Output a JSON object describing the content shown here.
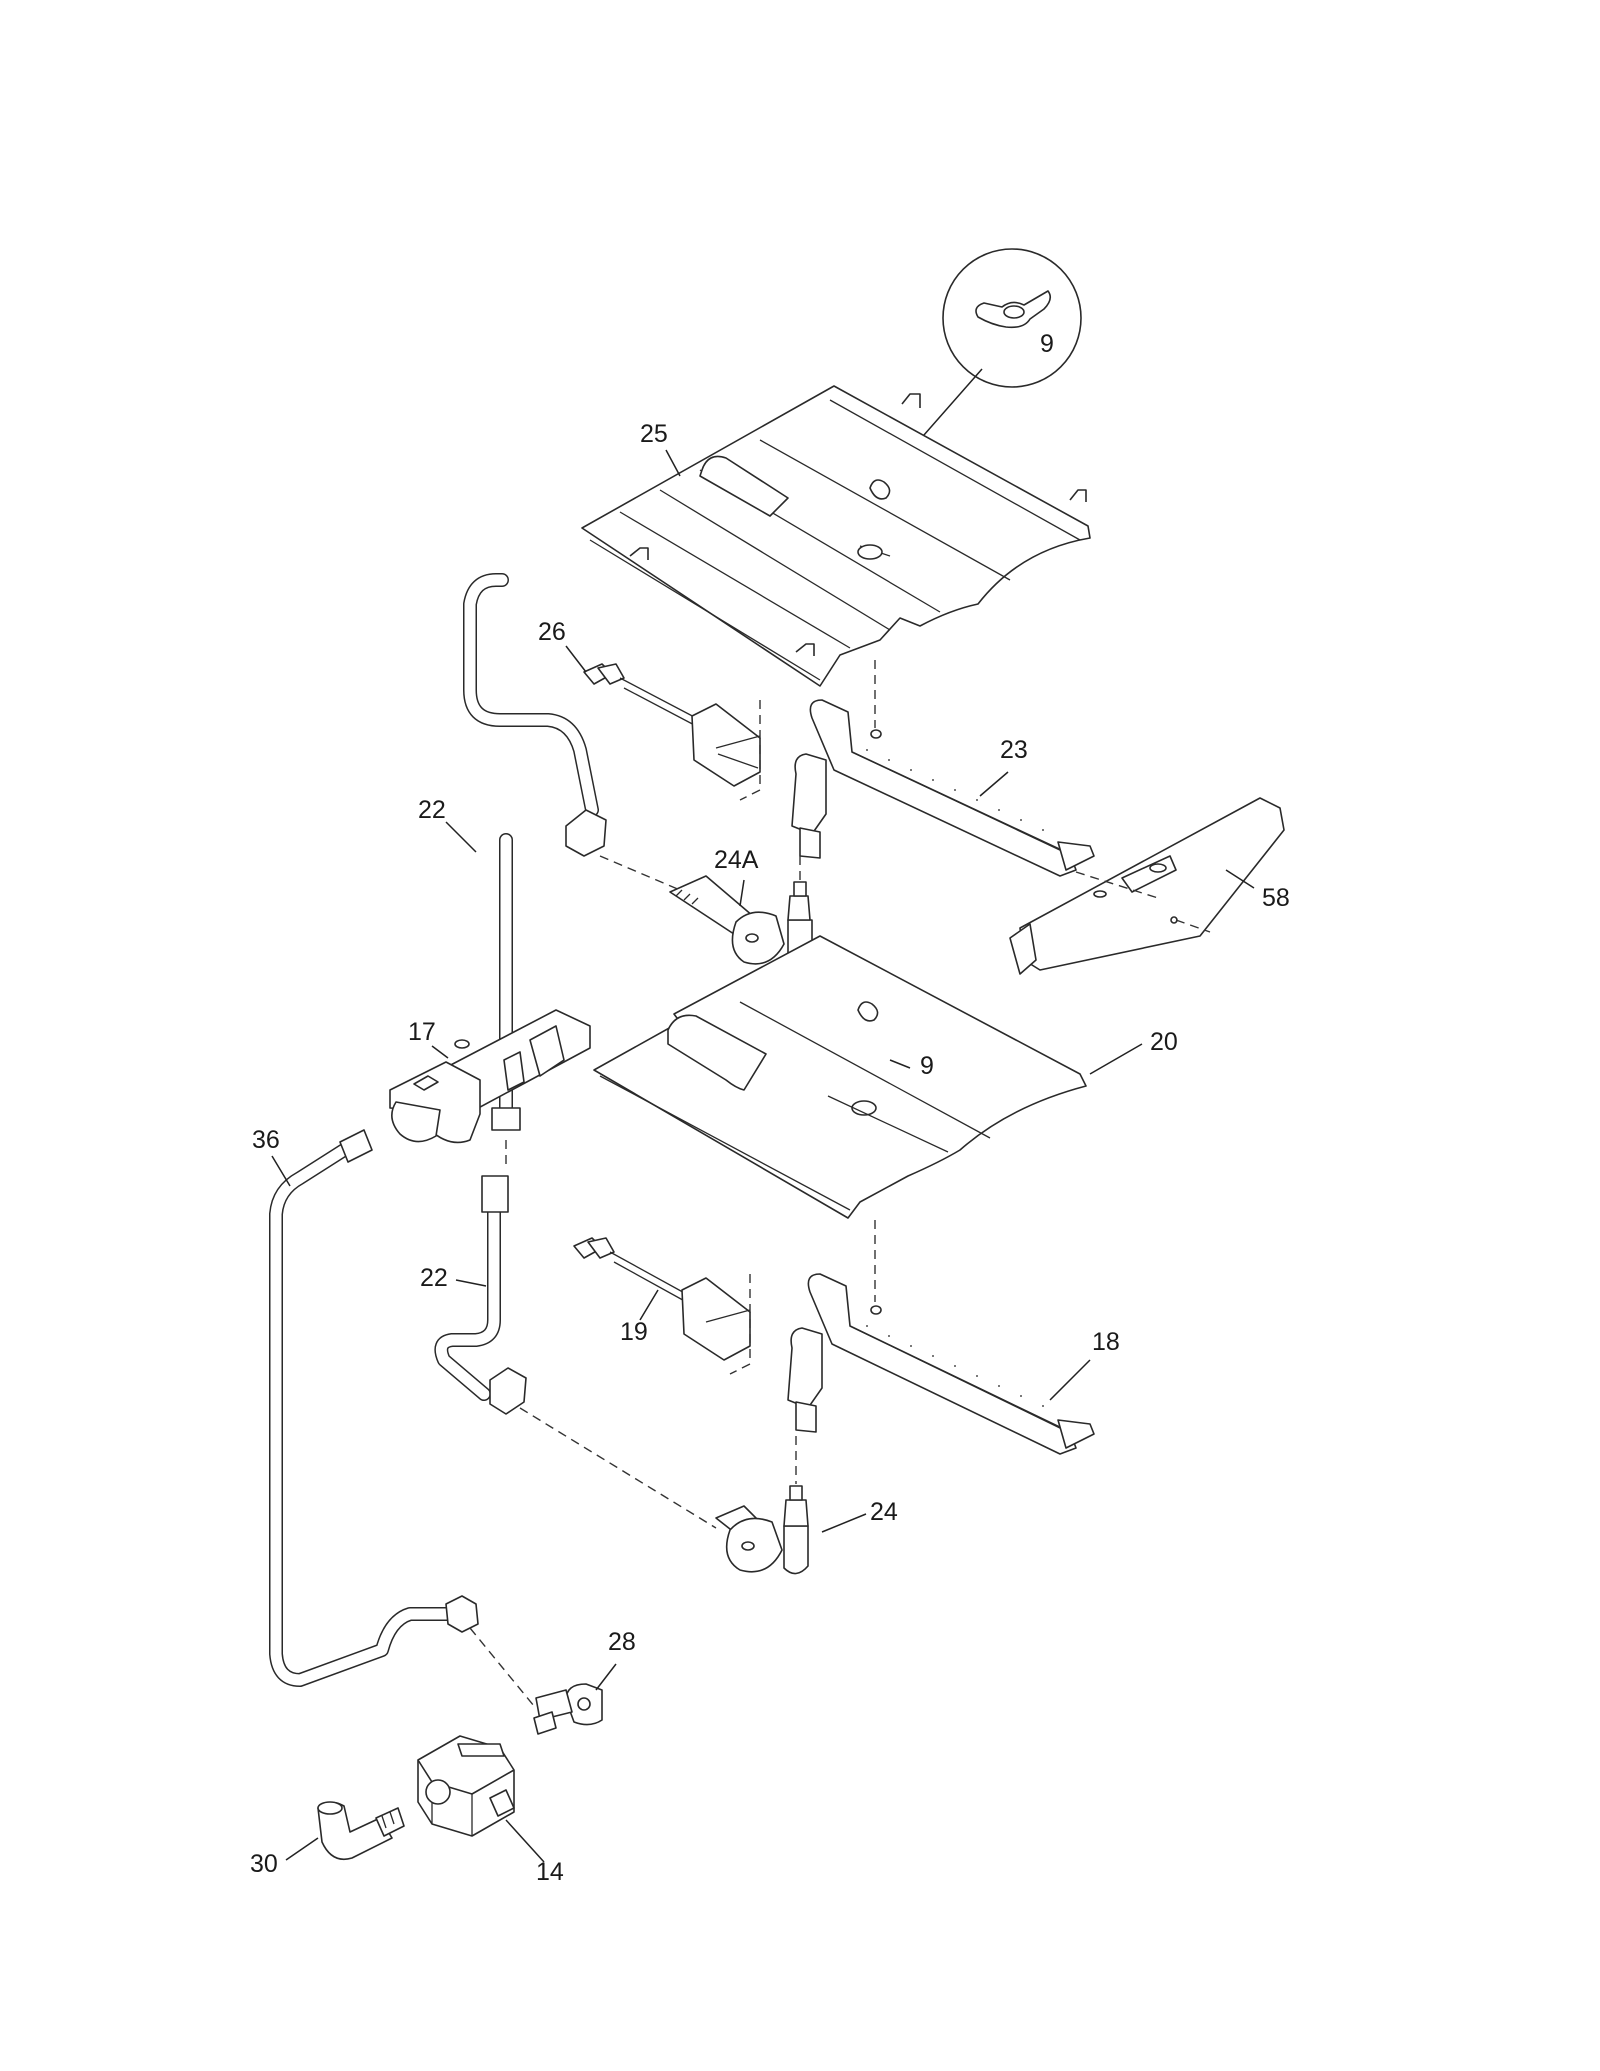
{
  "diagram": {
    "callouts": {
      "c9_top": "9",
      "c25": "25",
      "c26": "26",
      "c23": "23",
      "c22_upper": "22",
      "c24a": "24A",
      "c58": "58",
      "c17": "17",
      "c9_mid": "9",
      "c20": "20",
      "c36": "36",
      "c22_lower": "22",
      "c19": "19",
      "c18": "18",
      "c24": "24",
      "c28": "28",
      "c30": "30",
      "c14": "14"
    }
  }
}
